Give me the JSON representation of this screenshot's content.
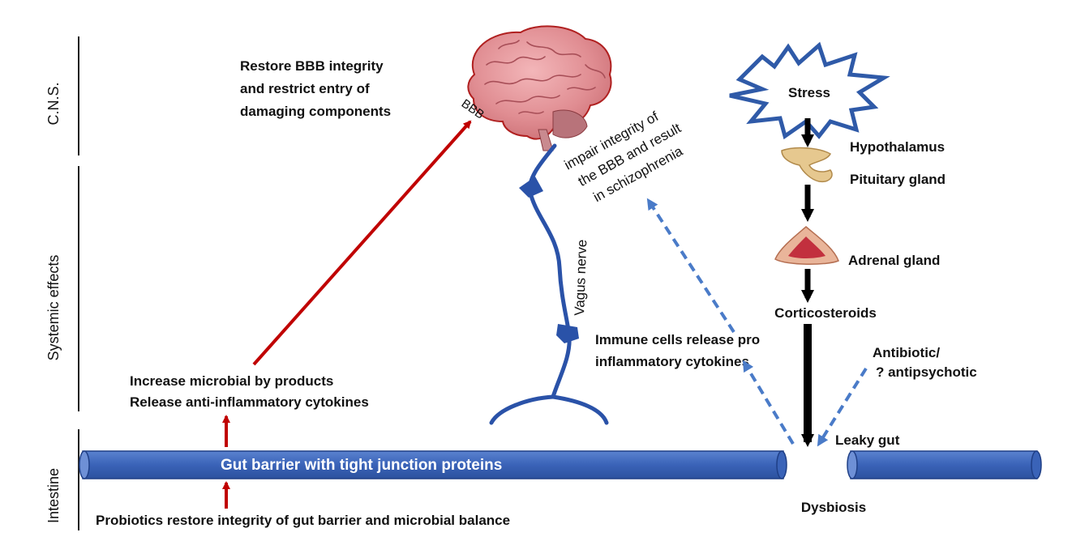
{
  "colors": {
    "pipe": "#3a63b8",
    "pipe_edge": "#1f3f86",
    "red_arrow": "#c00000",
    "dashed_arrow": "#4a7bc8",
    "nerve": "#2a52a8",
    "black_arrow": "#000000"
  },
  "side_labels": {
    "cns": "C.N.S.",
    "systemic": "Systemic effects",
    "intestine": "Intestine"
  },
  "brain": {
    "icon": "brain-icon",
    "bbb_label": "BBB",
    "restore_text": [
      "Restore BBB integrity",
      "and restrict entry of",
      "damaging components"
    ]
  },
  "impair_text": [
    "impair integrity of",
    "the BBB and result",
    "in schizophrenia"
  ],
  "vagus_label": "Vagus nerve",
  "hpa": {
    "stress": "Stress",
    "hypothalamus": "Hypothalamus",
    "pituitary": "Pituitary gland",
    "adrenal": "Adrenal gland",
    "corticosteroids": "Corticosteroids",
    "pituitary_icon": "pituitary-icon",
    "adrenal_icon": "adrenal-gland-icon"
  },
  "immune_text": [
    "Immune cells release pro",
    "inflammatory cytokines"
  ],
  "antibiotic_text": [
    "Antibiotic/",
    "? antipsychotic"
  ],
  "leaky_gut": "Leaky gut",
  "dysbiosis": "Dysbiosis",
  "microbial_text": [
    "Increase microbial by products",
    "Release anti-inflammatory cytokines"
  ],
  "gut_barrier": "Gut barrier with tight junction proteins",
  "probiotics": "Probiotics restore integrity of gut barrier and microbial balance"
}
